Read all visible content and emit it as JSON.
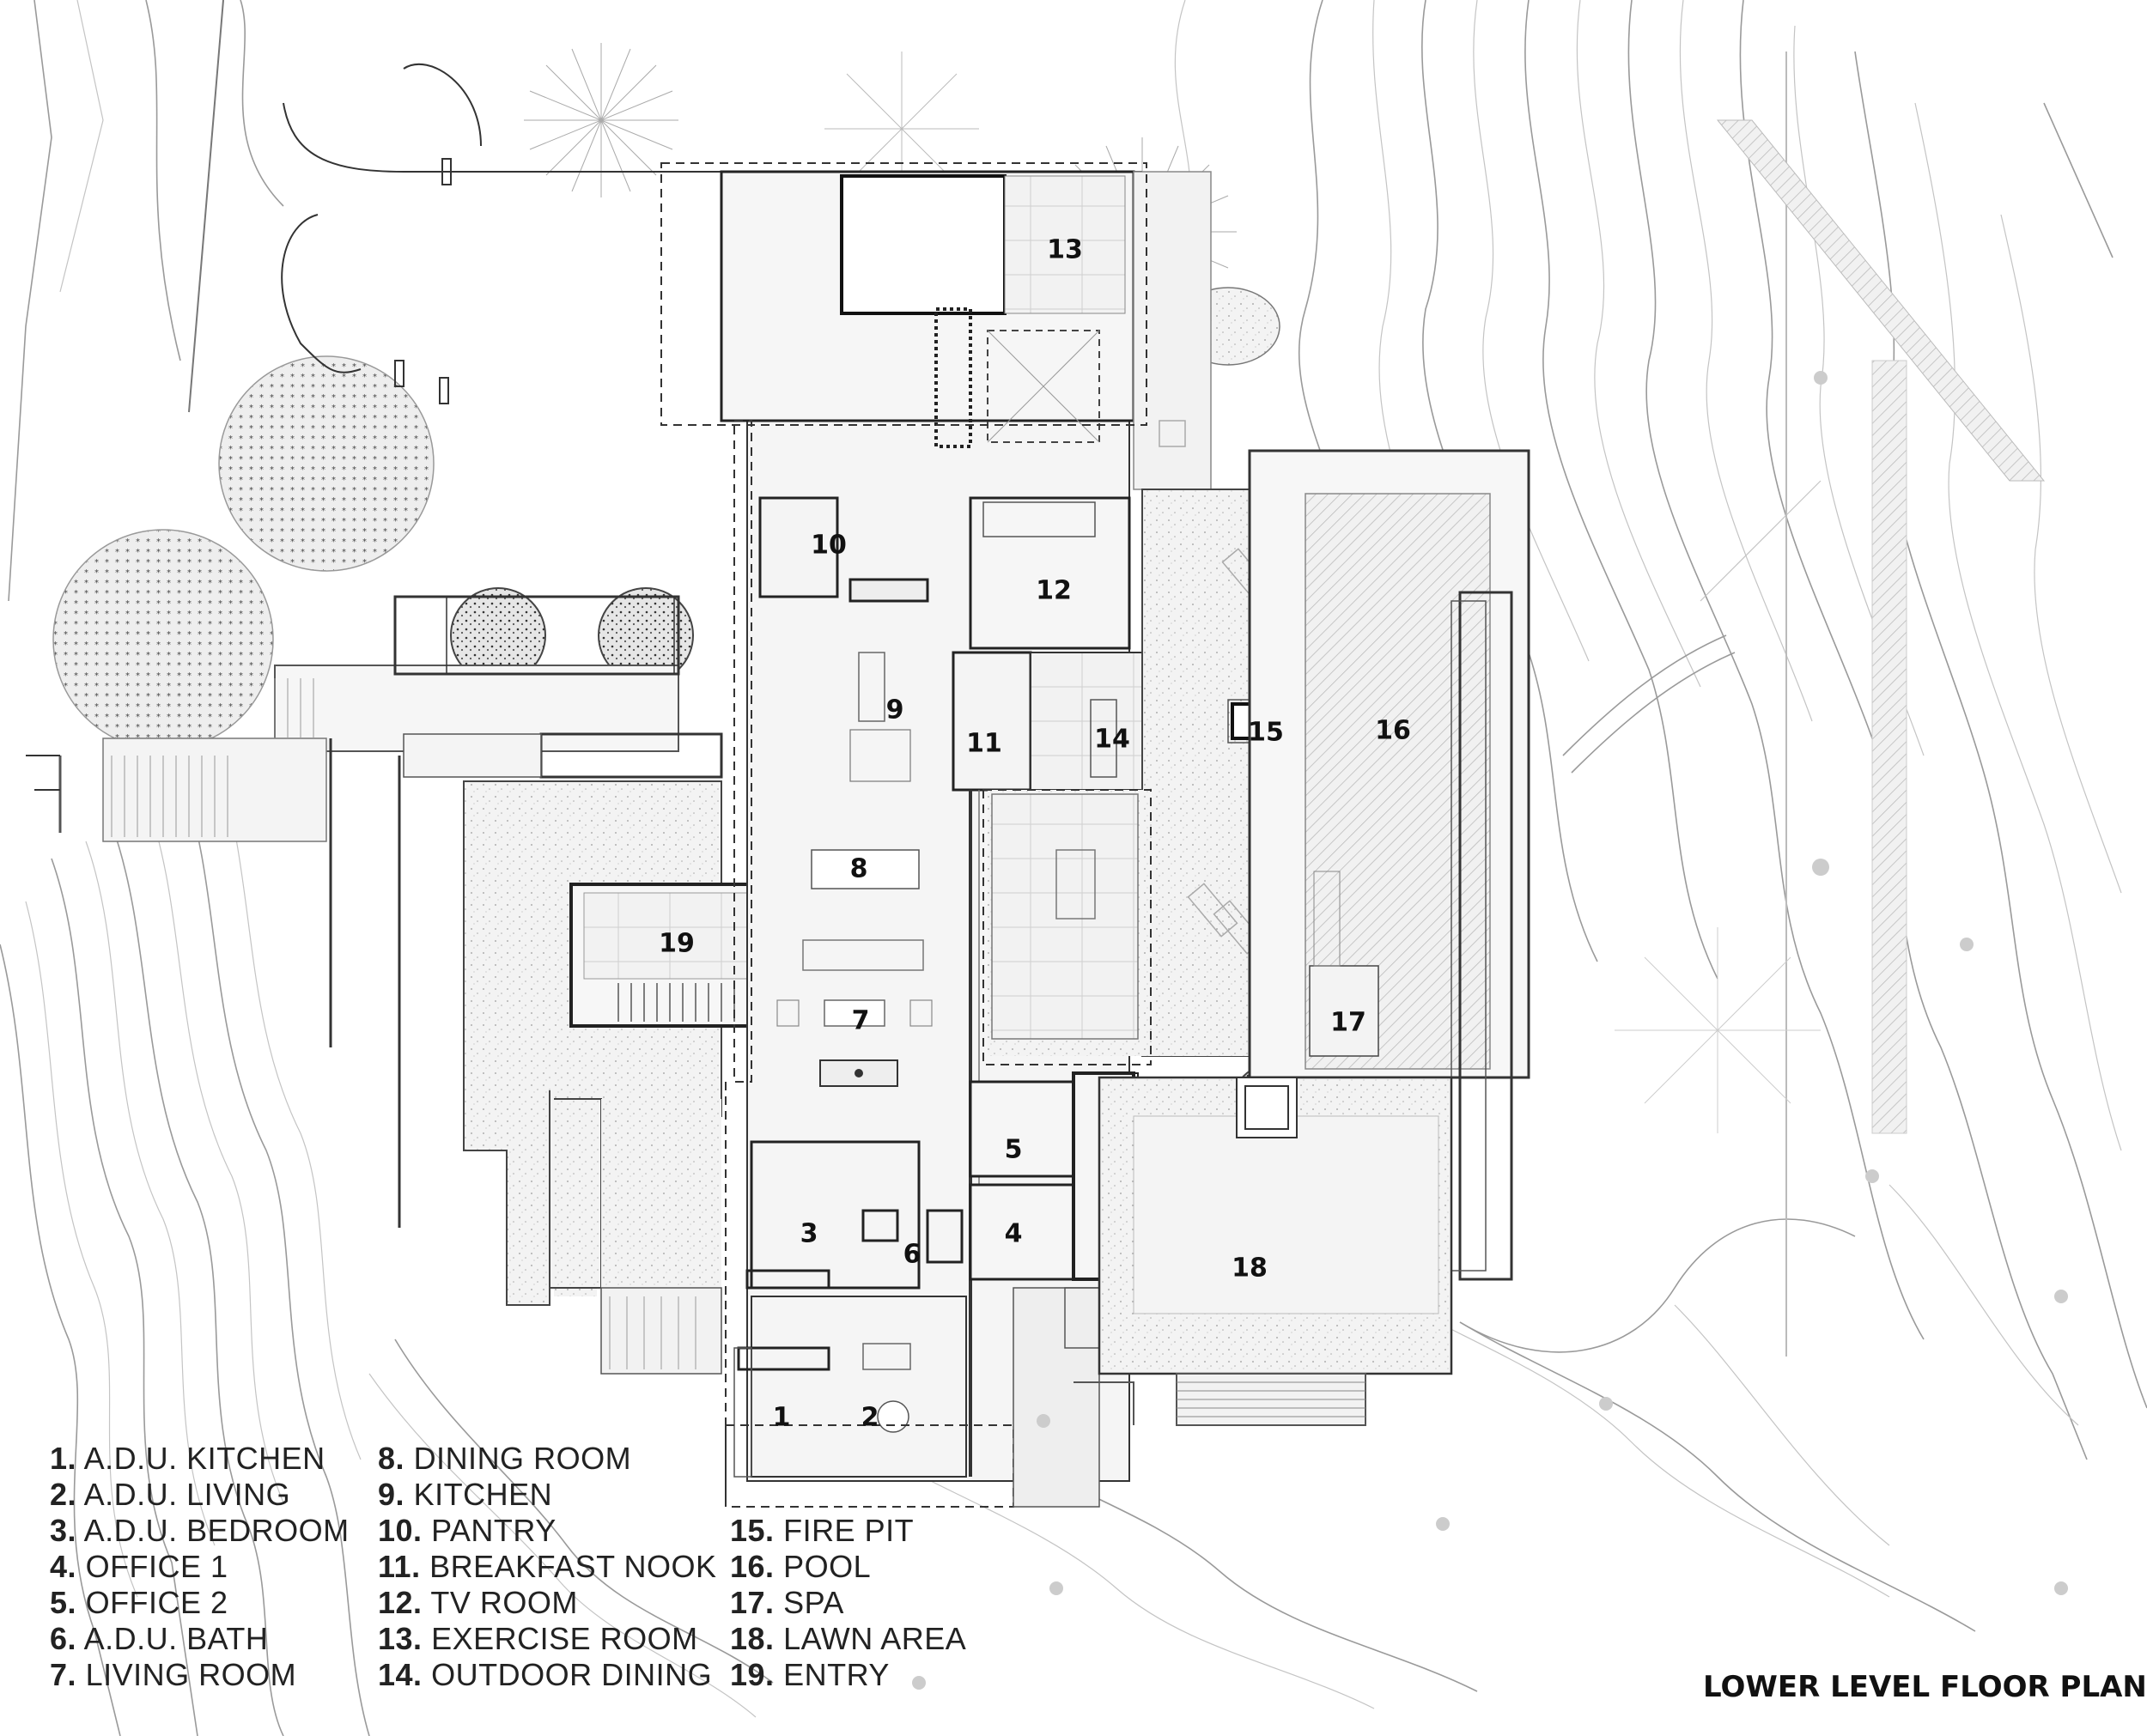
{
  "rooms": [
    {
      "num": "1",
      "name": "A.D.U. KITCHEN"
    },
    {
      "num": "2",
      "name": "A.D.U. LIVING"
    },
    {
      "num": "3",
      "name": "A.D.U. BEDROOM"
    },
    {
      "num": "4",
      "name": "OFFICE 1"
    },
    {
      "num": "5",
      "name": "OFFICE 2"
    },
    {
      "num": "6",
      "name": "A.D.U. BATH"
    },
    {
      "num": "7",
      "name": "LIVING ROOM"
    },
    {
      "num": "8",
      "name": "DINING ROOM"
    },
    {
      "num": "9",
      "name": "KITCHEN"
    },
    {
      "num": "10",
      "name": "PANTRY"
    },
    {
      "num": "11",
      "name": "BREAKFAST NOOK"
    },
    {
      "num": "12",
      "name": "TV ROOM"
    },
    {
      "num": "13",
      "name": "EXERCISE ROOM"
    },
    {
      "num": "14",
      "name": "OUTDOOR DINING"
    },
    {
      "num": "15",
      "name": "FIRE PIT"
    },
    {
      "num": "16",
      "name": "POOL"
    },
    {
      "num": "17",
      "name": "SPA"
    },
    {
      "num": "18",
      "name": "LAWN AREA"
    },
    {
      "num": "19",
      "name": "ENTRY"
    }
  ],
  "legend_dot": ".",
  "title": "LOWER LEVEL FLOOR PLAN"
}
